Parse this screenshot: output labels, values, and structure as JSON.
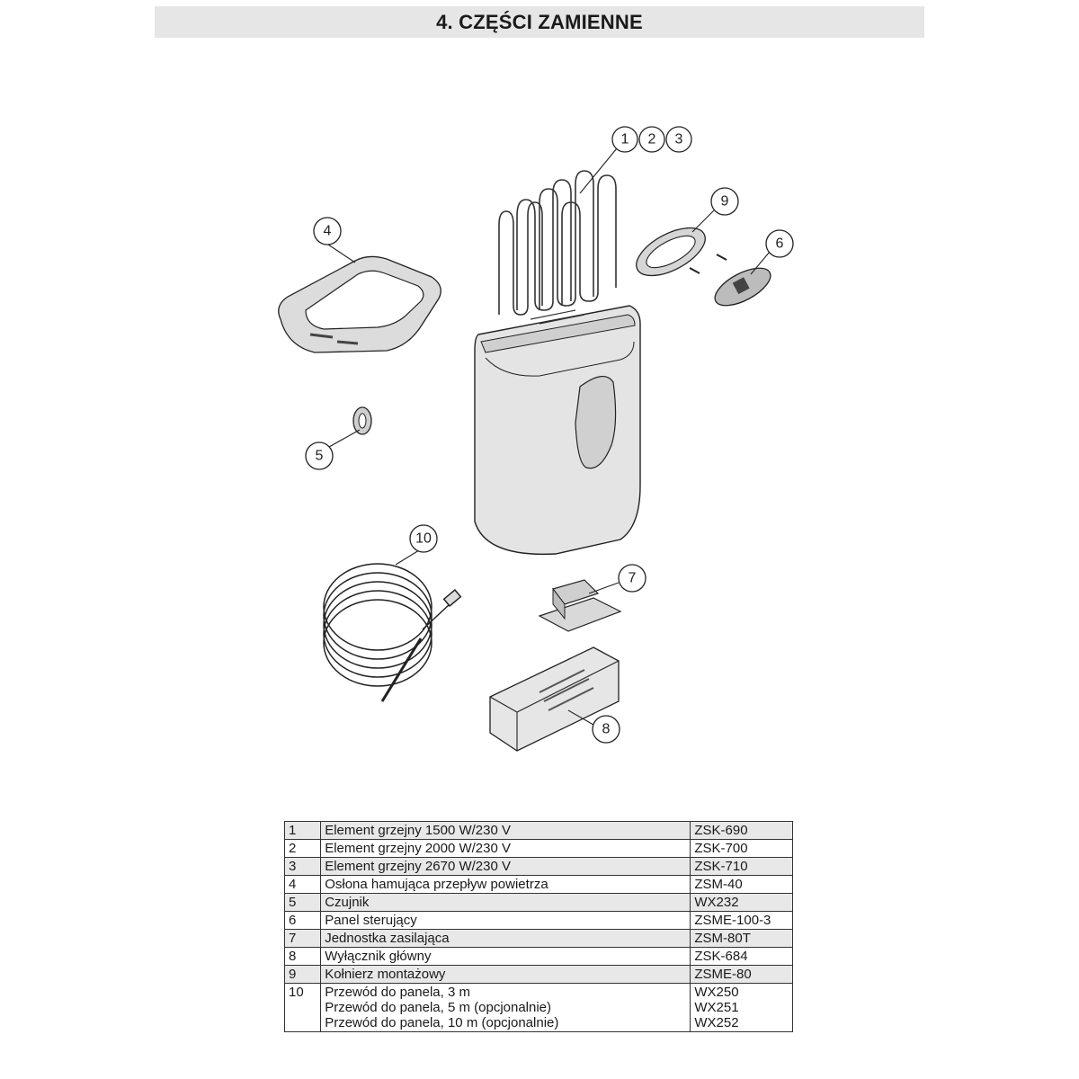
{
  "title": "4. CZĘŚCI ZAMIENNE",
  "callouts": [
    "1",
    "2",
    "3",
    "4",
    "5",
    "6",
    "7",
    "8",
    "9",
    "10"
  ],
  "parts": [
    {
      "num": "1",
      "desc": [
        "Element grzejny 1500 W/230 V"
      ],
      "code": [
        "ZSK-690"
      ],
      "shaded": true
    },
    {
      "num": "2",
      "desc": [
        "Element grzejny 2000 W/230 V"
      ],
      "code": [
        "ZSK-700"
      ],
      "shaded": false
    },
    {
      "num": "3",
      "desc": [
        "Element grzejny 2670 W/230 V"
      ],
      "code": [
        "ZSK-710"
      ],
      "shaded": true
    },
    {
      "num": "4",
      "desc": [
        "Osłona hamująca przepływ powietrza"
      ],
      "code": [
        "ZSM-40"
      ],
      "shaded": false
    },
    {
      "num": "5",
      "desc": [
        "Czujnik"
      ],
      "code": [
        "WX232"
      ],
      "shaded": true
    },
    {
      "num": "6",
      "desc": [
        "Panel sterujący"
      ],
      "code": [
        "ZSME-100-3"
      ],
      "shaded": false
    },
    {
      "num": "7",
      "desc": [
        "Jednostka zasilająca"
      ],
      "code": [
        "ZSM-80T"
      ],
      "shaded": true
    },
    {
      "num": "8",
      "desc": [
        "Wyłącznik główny"
      ],
      "code": [
        "ZSK-684"
      ],
      "shaded": false
    },
    {
      "num": "9",
      "desc": [
        "Kołnierz montażowy"
      ],
      "code": [
        "ZSME-80"
      ],
      "shaded": true
    },
    {
      "num": "10",
      "desc": [
        "Przewód do panela, 3 m",
        "Przewód do panela, 5 m (opcjonalnie)",
        "Przewód do panela, 10 m (opcjonalnie)"
      ],
      "code": [
        "WX250",
        "WX251",
        "WX252"
      ],
      "shaded": false
    }
  ]
}
